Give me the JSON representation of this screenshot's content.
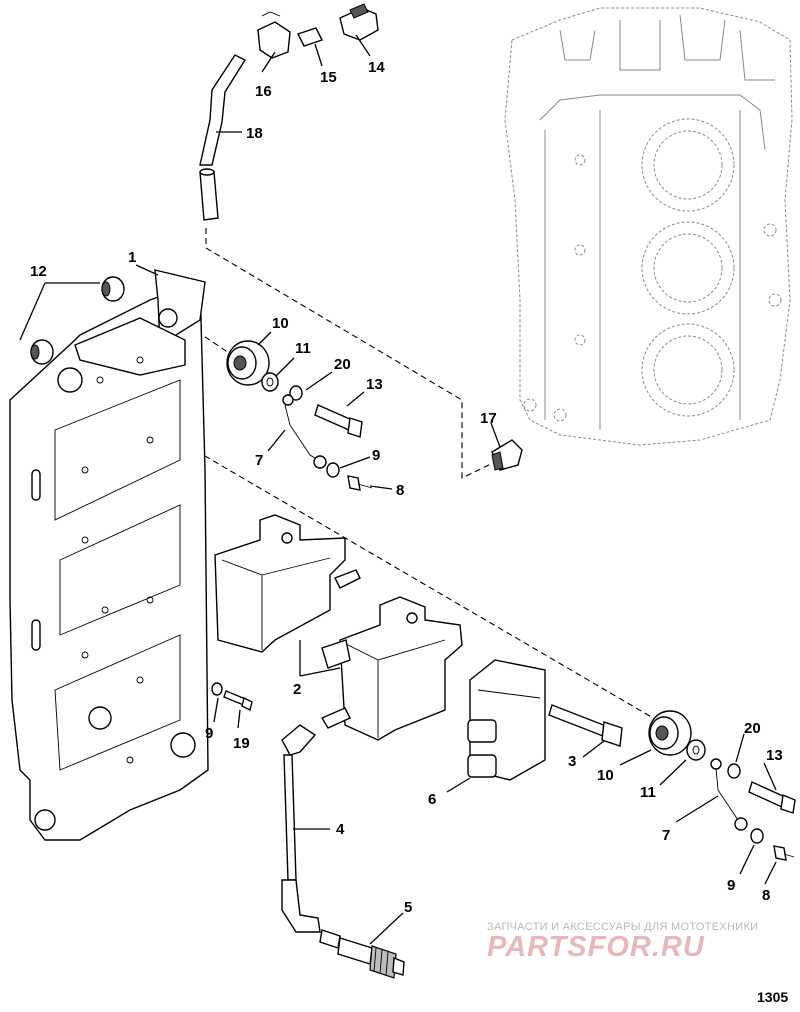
{
  "callouts": {
    "c1": "1",
    "c2": "2",
    "c3": "3",
    "c4": "4",
    "c5": "5",
    "c6": "6",
    "c7a": "7",
    "c7b": "7",
    "c8a": "8",
    "c8b": "8",
    "c9a": "9",
    "c9b": "9",
    "c9c": "9",
    "c10a": "10",
    "c10b": "10",
    "c11a": "11",
    "c11b": "11",
    "c12": "12",
    "c13a": "13",
    "c13b": "13",
    "c14": "14",
    "c15": "15",
    "c16": "16",
    "c17": "17",
    "c18": "18",
    "c19": "19",
    "c20a": "20",
    "c20b": "20"
  },
  "watermark": {
    "tagline": "ЗАПЧАСТИ И АКСЕССУАРЫ ДЛЯ МОТОТЕХНИКИ",
    "logo": "PARTSFOR.RU"
  },
  "diagram_number": "1305"
}
